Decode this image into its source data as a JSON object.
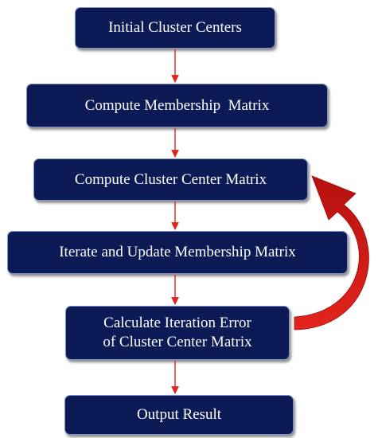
{
  "nodes": {
    "initial": "Initial Cluster Centers",
    "membership": "Compute Membership  Matrix",
    "center": "Compute Cluster Center Matrix",
    "iterate": "Iterate and Update Membership Matrix",
    "error": "Calculate Iteration Error\nof Cluster Center Matrix",
    "output": "Output Result"
  },
  "colors": {
    "box_fill": "#0c1b55",
    "box_border": "#7f92c8",
    "box_text": "#ffffff",
    "arrow": "#e0261b",
    "loop_arrow": "#d71a16"
  }
}
